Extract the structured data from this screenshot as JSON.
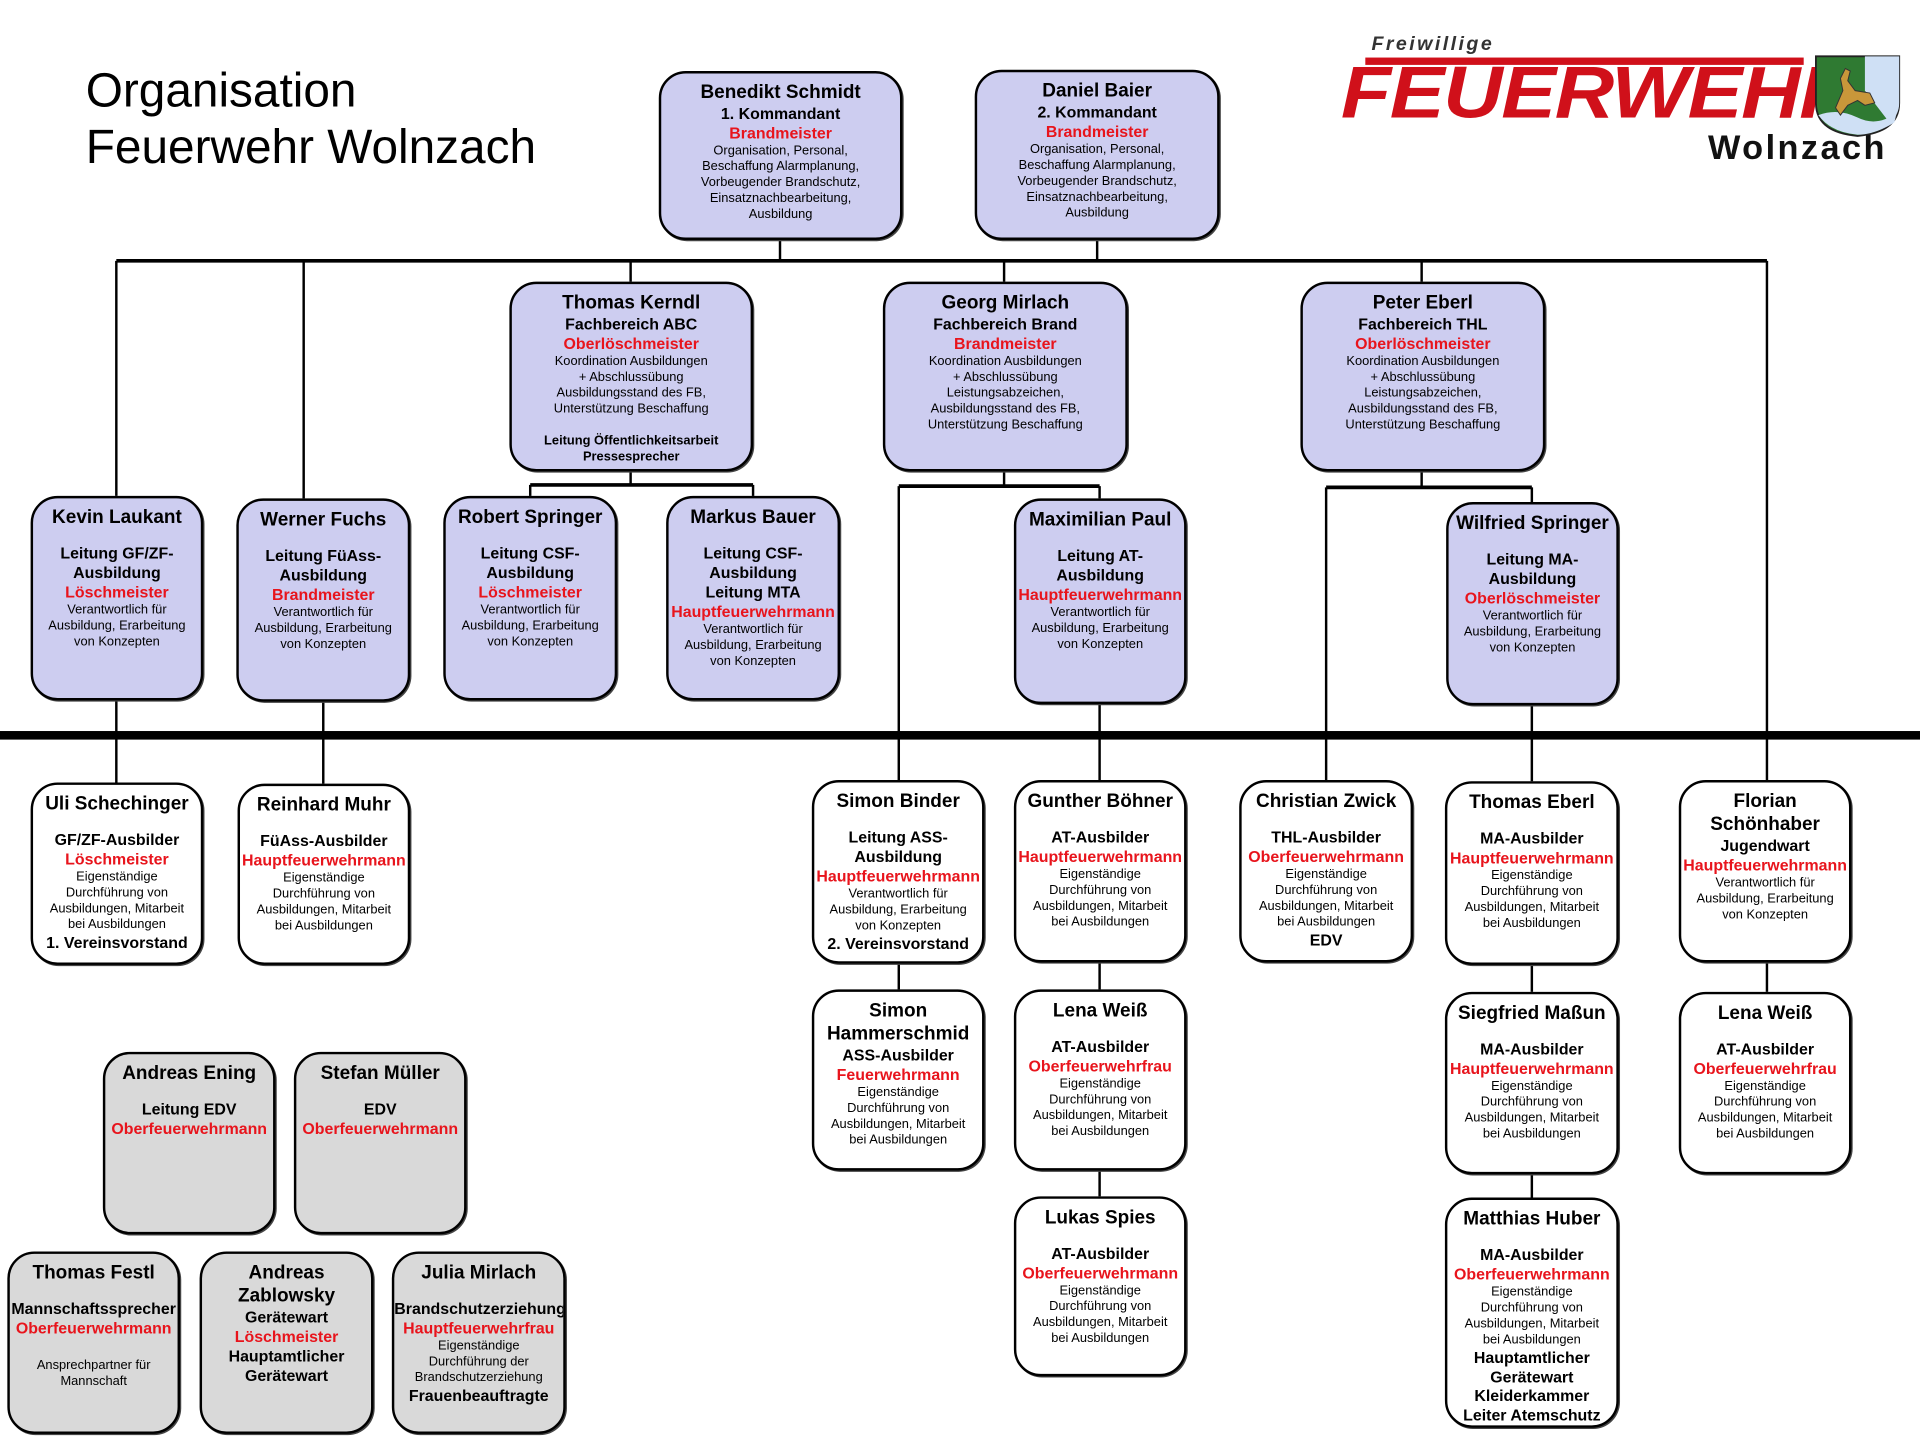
{
  "title": {
    "line1": "Organisation",
    "line2": "Feuerwehr Wolnzach"
  },
  "logo": {
    "top": "Freiwillige",
    "main": "FEUERWEHR",
    "town": "Wolnzach"
  },
  "colors": {
    "lavender": "#cdcdf0",
    "gray": "#d9d9d9",
    "rank_red": "#e8141c",
    "logo_red": "#d0101a"
  },
  "boxes": {
    "schmidt": {
      "fill": "lav",
      "tight": true,
      "lines": [
        {
          "t": "Benedikt Schmidt",
          "s": "name"
        },
        {
          "t": "1. Kommandant",
          "s": "role"
        },
        {
          "t": "Brandmeister",
          "s": "rank"
        },
        {
          "t": "Organisation, Personal,",
          "s": "text"
        },
        {
          "t": "Beschaffung  Alarmplanung,",
          "s": "text"
        },
        {
          "t": "Vorbeugender Brandschutz,",
          "s": "text"
        },
        {
          "t": "Einsatznachbearbeitung,",
          "s": "text"
        },
        {
          "t": "Ausbildung",
          "s": "text"
        }
      ]
    },
    "baier": {
      "fill": "lav",
      "tight": true,
      "lines": [
        {
          "t": "Daniel Baier",
          "s": "name"
        },
        {
          "t": "2. Kommandant",
          "s": "role"
        },
        {
          "t": "Brandmeister",
          "s": "rank"
        },
        {
          "t": "Organisation, Personal,",
          "s": "text"
        },
        {
          "t": "Beschaffung  Alarmplanung,",
          "s": "text"
        },
        {
          "t": "Vorbeugender Brandschutz,",
          "s": "text"
        },
        {
          "t": "Einsatznachbearbeitung,",
          "s": "text"
        },
        {
          "t": "Ausbildung",
          "s": "text"
        }
      ]
    },
    "kerndl": {
      "fill": "lav",
      "tight": true,
      "lines": [
        {
          "t": "Thomas Kerndl",
          "s": "name"
        },
        {
          "t": "Fachbereich ABC",
          "s": "role"
        },
        {
          "t": "Oberlöschmeister",
          "s": "rank"
        },
        {
          "t": "Koordination Ausbildungen",
          "s": "text"
        },
        {
          "t": "+ Abschlussübung",
          "s": "text"
        },
        {
          "t": "Ausbildungsstand des FB,",
          "s": "text"
        },
        {
          "t": "Unterstützung Beschaffung",
          "s": "text"
        },
        {
          "t": "Leitung Öffentlichkeitsarbeit",
          "s": "sep"
        },
        {
          "t": "Pressesprecher",
          "s": "textb"
        }
      ]
    },
    "mirlach": {
      "fill": "lav",
      "tight": true,
      "lines": [
        {
          "t": "Georg Mirlach",
          "s": "name"
        },
        {
          "t": "Fachbereich Brand",
          "s": "role"
        },
        {
          "t": "Brandmeister",
          "s": "rank"
        },
        {
          "t": "Koordination Ausbildungen",
          "s": "text"
        },
        {
          "t": "+ Abschlussübung",
          "s": "text"
        },
        {
          "t": "Leistungsabzeichen,",
          "s": "text"
        },
        {
          "t": "Ausbildungsstand des FB,",
          "s": "text"
        },
        {
          "t": "Unterstützung Beschaffung",
          "s": "text"
        }
      ]
    },
    "peter": {
      "fill": "lav",
      "tight": true,
      "lines": [
        {
          "t": "Peter Eberl",
          "s": "name"
        },
        {
          "t": "Fachbereich THL",
          "s": "role"
        },
        {
          "t": "Oberlöschmeister",
          "s": "rank"
        },
        {
          "t": "Koordination Ausbildungen",
          "s": "text"
        },
        {
          "t": "+ Abschlussübung",
          "s": "text"
        },
        {
          "t": "Leistungsabzeichen,",
          "s": "text"
        },
        {
          "t": "Ausbildungsstand des FB,",
          "s": "text"
        },
        {
          "t": "Unterstützung Beschaffung",
          "s": "text"
        }
      ]
    },
    "kevin": {
      "fill": "lav",
      "lines": [
        {
          "t": "Kevin Laukant",
          "s": "name"
        },
        {
          "t": "Leitung GF/ZF-",
          "s": "role"
        },
        {
          "t": "Ausbildung",
          "s": "role"
        },
        {
          "t": "Löschmeister",
          "s": "rank"
        },
        {
          "t": "Verantwortlich für",
          "s": "text"
        },
        {
          "t": "Ausbildung, Erarbeitung",
          "s": "text"
        },
        {
          "t": "von Konzepten",
          "s": "text"
        }
      ]
    },
    "werner": {
      "fill": "lav",
      "lines": [
        {
          "t": "Werner Fuchs",
          "s": "name"
        },
        {
          "t": "Leitung FüAss-",
          "s": "role"
        },
        {
          "t": "Ausbildung",
          "s": "role"
        },
        {
          "t": "Brandmeister",
          "s": "rank"
        },
        {
          "t": "Verantwortlich für",
          "s": "text"
        },
        {
          "t": "Ausbildung, Erarbeitung",
          "s": "text"
        },
        {
          "t": "von Konzepten",
          "s": "text"
        }
      ]
    },
    "robert": {
      "fill": "lav",
      "lines": [
        {
          "t": "Robert Springer",
          "s": "name"
        },
        {
          "t": "Leitung CSF-",
          "s": "role"
        },
        {
          "t": "Ausbildung",
          "s": "role"
        },
        {
          "t": "Löschmeister",
          "s": "rank"
        },
        {
          "t": "Verantwortlich für",
          "s": "text"
        },
        {
          "t": "Ausbildung, Erarbeitung",
          "s": "text"
        },
        {
          "t": "von Konzepten",
          "s": "text"
        }
      ]
    },
    "markus": {
      "fill": "lav",
      "lines": [
        {
          "t": "Markus Bauer",
          "s": "name"
        },
        {
          "t": "Leitung CSF-",
          "s": "role"
        },
        {
          "t": "Ausbildung",
          "s": "role"
        },
        {
          "t": "Leitung MTA",
          "s": "role"
        },
        {
          "t": "Hauptfeuerwehrmann",
          "s": "rank"
        },
        {
          "t": "Verantwortlich für",
          "s": "text"
        },
        {
          "t": "Ausbildung, Erarbeitung",
          "s": "text"
        },
        {
          "t": "von Konzepten",
          "s": "text"
        }
      ]
    },
    "maxpaul": {
      "fill": "lav",
      "lines": [
        {
          "t": "Maximilian Paul",
          "s": "name"
        },
        {
          "t": "Leitung AT-",
          "s": "role"
        },
        {
          "t": "Ausbildung",
          "s": "role"
        },
        {
          "t": "Hauptfeuerwehrmann",
          "s": "rank"
        },
        {
          "t": "Verantwortlich für",
          "s": "text"
        },
        {
          "t": "Ausbildung, Erarbeitung",
          "s": "text"
        },
        {
          "t": "von Konzepten",
          "s": "text"
        }
      ]
    },
    "wilfried": {
      "fill": "lav",
      "lines": [
        {
          "t": "Wilfried Springer",
          "s": "name"
        },
        {
          "t": "Leitung MA-",
          "s": "role"
        },
        {
          "t": "Ausbildung",
          "s": "role"
        },
        {
          "t": "Oberlöschmeister",
          "s": "rank"
        },
        {
          "t": "Verantwortlich für",
          "s": "text"
        },
        {
          "t": "Ausbildung, Erarbeitung",
          "s": "text"
        },
        {
          "t": "von Konzepten",
          "s": "text"
        }
      ]
    },
    "uli": {
      "fill": "wht",
      "lines": [
        {
          "t": "Uli Schechinger",
          "s": "name"
        },
        {
          "t": "GF/ZF-Ausbilder",
          "s": "role"
        },
        {
          "t": "Löschmeister",
          "s": "rank"
        },
        {
          "t": "Eigenständige",
          "s": "text"
        },
        {
          "t": "Durchführung von",
          "s": "text"
        },
        {
          "t": "Ausbildungen, Mitarbeit",
          "s": "text"
        },
        {
          "t": "bei Ausbildungen",
          "s": "text"
        },
        {
          "t": "1. Vereinsvorstand",
          "s": "bold"
        }
      ]
    },
    "reinhard": {
      "fill": "wht",
      "lines": [
        {
          "t": "Reinhard Muhr",
          "s": "name"
        },
        {
          "t": "FüAss-Ausbilder",
          "s": "role"
        },
        {
          "t": "Hauptfeuerwehrmann",
          "s": "rank"
        },
        {
          "t": "Eigenständige",
          "s": "text"
        },
        {
          "t": "Durchführung von",
          "s": "text"
        },
        {
          "t": "Ausbildungen, Mitarbeit",
          "s": "text"
        },
        {
          "t": "bei Ausbildungen",
          "s": "text"
        }
      ]
    },
    "binder": {
      "fill": "wht",
      "lines": [
        {
          "t": "Simon Binder",
          "s": "name"
        },
        {
          "t": "Leitung ASS-",
          "s": "role"
        },
        {
          "t": "Ausbildung",
          "s": "role"
        },
        {
          "t": "Hauptfeuerwehrmann",
          "s": "rank"
        },
        {
          "t": "Verantwortlich für",
          "s": "text"
        },
        {
          "t": "Ausbildung, Erarbeitung",
          "s": "text"
        },
        {
          "t": "von Konzepten",
          "s": "text"
        },
        {
          "t": "2. Vereinsvorstand",
          "s": "bold"
        }
      ]
    },
    "boehner": {
      "fill": "wht",
      "lines": [
        {
          "t": "Gunther Böhner",
          "s": "name"
        },
        {
          "t": "AT-Ausbilder",
          "s": "role"
        },
        {
          "t": "Hauptfeuerwehrmann",
          "s": "rank"
        },
        {
          "t": "Eigenständige",
          "s": "text"
        },
        {
          "t": "Durchführung von",
          "s": "text"
        },
        {
          "t": "Ausbildungen, Mitarbeit",
          "s": "text"
        },
        {
          "t": "bei Ausbildungen",
          "s": "text"
        }
      ]
    },
    "zwick": {
      "fill": "wht",
      "lines": [
        {
          "t": "Christian Zwick",
          "s": "name"
        },
        {
          "t": "THL-Ausbilder",
          "s": "role"
        },
        {
          "t": "Oberfeuerwehrmann",
          "s": "rank"
        },
        {
          "t": "Eigenständige",
          "s": "text"
        },
        {
          "t": "Durchführung von",
          "s": "text"
        },
        {
          "t": "Ausbildungen, Mitarbeit",
          "s": "text"
        },
        {
          "t": "bei Ausbildungen",
          "s": "text"
        },
        {
          "t": "EDV",
          "s": "bold"
        }
      ]
    },
    "eberl": {
      "fill": "wht",
      "lines": [
        {
          "t": "Thomas Eberl",
          "s": "name"
        },
        {
          "t": "MA-Ausbilder",
          "s": "role"
        },
        {
          "t": "Hauptfeuerwehrmann",
          "s": "rank"
        },
        {
          "t": "Eigenständige",
          "s": "text"
        },
        {
          "t": "Durchführung von",
          "s": "text"
        },
        {
          "t": "Ausbildungen, Mitarbeit",
          "s": "text"
        },
        {
          "t": "bei Ausbildungen",
          "s": "text"
        }
      ]
    },
    "florian": {
      "fill": "wht",
      "lines": [
        {
          "t": "Florian",
          "s": "name"
        },
        {
          "t": "Schönhaber",
          "s": "name"
        },
        {
          "t": "Jugendwart",
          "s": "role"
        },
        {
          "t": "Hauptfeuerwehrmann",
          "s": "rank"
        },
        {
          "t": "Verantwortlich für",
          "s": "text"
        },
        {
          "t": "Ausbildung, Erarbeitung",
          "s": "text"
        },
        {
          "t": "von Konzepten",
          "s": "text"
        }
      ]
    },
    "hammer": {
      "fill": "wht",
      "lines": [
        {
          "t": "Simon",
          "s": "name"
        },
        {
          "t": "Hammerschmid",
          "s": "name"
        },
        {
          "t": "ASS-Ausbilder",
          "s": "role"
        },
        {
          "t": "Feuerwehrmann",
          "s": "rank"
        },
        {
          "t": "Eigenständige",
          "s": "text"
        },
        {
          "t": "Durchführung von",
          "s": "text"
        },
        {
          "t": "Ausbildungen, Mitarbeit",
          "s": "text"
        },
        {
          "t": "bei Ausbildungen",
          "s": "text"
        }
      ]
    },
    "lena1": {
      "fill": "wht",
      "lines": [
        {
          "t": "Lena Weiß",
          "s": "name"
        },
        {
          "t": "AT-Ausbilder",
          "s": "role"
        },
        {
          "t": "Oberfeuerwehrfrau",
          "s": "rank"
        },
        {
          "t": "Eigenständige",
          "s": "text"
        },
        {
          "t": "Durchführung von",
          "s": "text"
        },
        {
          "t": "Ausbildungen, Mitarbeit",
          "s": "text"
        },
        {
          "t": "bei Ausbildungen",
          "s": "text"
        }
      ]
    },
    "siegfried": {
      "fill": "wht",
      "lines": [
        {
          "t": "Siegfried Maßun",
          "s": "name"
        },
        {
          "t": "MA-Ausbilder",
          "s": "role"
        },
        {
          "t": "Hauptfeuerwehrmann",
          "s": "rank"
        },
        {
          "t": "Eigenständige",
          "s": "text"
        },
        {
          "t": "Durchführung von",
          "s": "text"
        },
        {
          "t": "Ausbildungen, Mitarbeit",
          "s": "text"
        },
        {
          "t": "bei Ausbildungen",
          "s": "text"
        }
      ]
    },
    "lena2": {
      "fill": "wht",
      "lines": [
        {
          "t": "Lena Weiß",
          "s": "name"
        },
        {
          "t": "AT-Ausbilder",
          "s": "role"
        },
        {
          "t": "Oberfeuerwehrfrau",
          "s": "rank"
        },
        {
          "t": "Eigenständige",
          "s": "text"
        },
        {
          "t": "Durchführung von",
          "s": "text"
        },
        {
          "t": "Ausbildungen, Mitarbeit",
          "s": "text"
        },
        {
          "t": "bei Ausbildungen",
          "s": "text"
        }
      ]
    },
    "spies": {
      "fill": "wht",
      "lines": [
        {
          "t": "Lukas Spies",
          "s": "name"
        },
        {
          "t": "AT-Ausbilder",
          "s": "role"
        },
        {
          "t": "Oberfeuerwehrmann",
          "s": "rank"
        },
        {
          "t": "Eigenständige",
          "s": "text"
        },
        {
          "t": "Durchführung von",
          "s": "text"
        },
        {
          "t": "Ausbildungen, Mitarbeit",
          "s": "text"
        },
        {
          "t": "bei Ausbildungen",
          "s": "text"
        }
      ]
    },
    "huber": {
      "fill": "wht",
      "lines": [
        {
          "t": "Matthias Huber",
          "s": "name"
        },
        {
          "t": "MA-Ausbilder",
          "s": "role"
        },
        {
          "t": "Oberfeuerwehrmann",
          "s": "rank"
        },
        {
          "t": "Eigenständige",
          "s": "text"
        },
        {
          "t": "Durchführung von",
          "s": "text"
        },
        {
          "t": "Ausbildungen, Mitarbeit",
          "s": "text"
        },
        {
          "t": "bei Ausbildungen",
          "s": "text"
        },
        {
          "t": "Hauptamtlicher",
          "s": "bold"
        },
        {
          "t": "Gerätewart",
          "s": "bold"
        },
        {
          "t": "Kleiderkammer",
          "s": "bold"
        },
        {
          "t": "Leiter Atemschutz",
          "s": "bold"
        }
      ]
    },
    "ening": {
      "fill": "gry",
      "lines": [
        {
          "t": "Andreas Ening",
          "s": "name"
        },
        {
          "t": "Leitung EDV",
          "s": "role"
        },
        {
          "t": "Oberfeuerwehrmann",
          "s": "rank"
        }
      ]
    },
    "mueller": {
      "fill": "gry",
      "lines": [
        {
          "t": "Stefan Müller",
          "s": "name"
        },
        {
          "t": "EDV",
          "s": "role"
        },
        {
          "t": "Oberfeuerwehrmann",
          "s": "rank"
        }
      ]
    },
    "festl": {
      "fill": "gry",
      "lines": [
        {
          "t": "Thomas Festl",
          "s": "name"
        },
        {
          "t": "Mannschaftssprecher",
          "s": "role"
        },
        {
          "t": "Oberfeuerwehrmann",
          "s": "rank"
        },
        {
          "t": "Ansprechpartner für",
          "s": "textgap"
        },
        {
          "t": "Mannschaft",
          "s": "text"
        }
      ]
    },
    "zablowsky": {
      "fill": "gry",
      "tight": true,
      "lines": [
        {
          "t": "Andreas",
          "s": "name"
        },
        {
          "t": "Zablowsky",
          "s": "name"
        },
        {
          "t": "Gerätewart",
          "s": "role"
        },
        {
          "t": "Löschmeister",
          "s": "rank"
        },
        {
          "t": "Hauptamtlicher",
          "s": "bold"
        },
        {
          "t": "Gerätewart",
          "s": "bold"
        }
      ]
    },
    "jmirlach": {
      "fill": "gry",
      "lines": [
        {
          "t": "Julia Mirlach",
          "s": "name"
        },
        {
          "t": "Brandschutzerziehung",
          "s": "role"
        },
        {
          "t": "Hauptfeuerwehrfrau",
          "s": "rank"
        },
        {
          "t": "Eigenständige",
          "s": "text"
        },
        {
          "t": "Durchführung der",
          "s": "text"
        },
        {
          "t": "Brandschutzerziehung",
          "s": "text"
        },
        {
          "t": "Frauenbeauftragte",
          "s": "bold"
        }
      ]
    }
  }
}
